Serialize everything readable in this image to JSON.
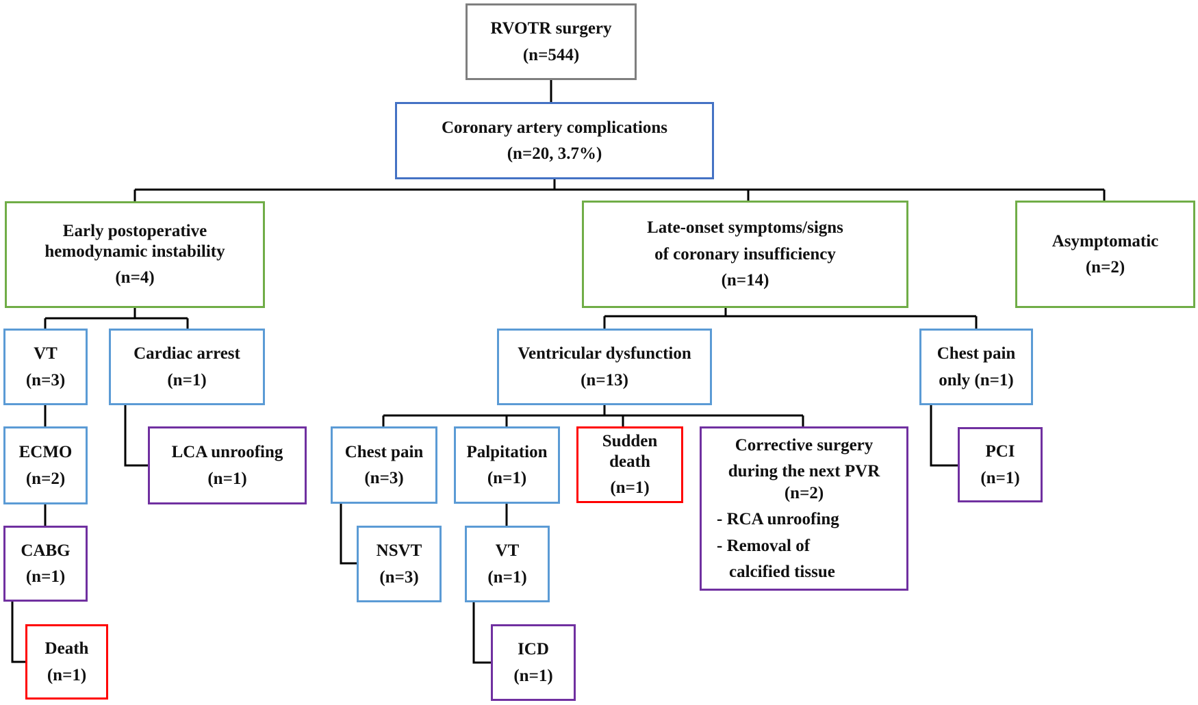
{
  "figure": {
    "type": "flowchart",
    "description": "Flow of coronary artery complications after RVOTR surgery"
  },
  "palette": {
    "root_border": "#7f7f7f",
    "primary_border": "#4472c4",
    "event_border": "#5b9bd5",
    "category_border": "#70ad47",
    "treatment_border": "#7030a0",
    "death_border": "#ff0000",
    "connector": "#000000",
    "text": "#111111",
    "background": "#ffffff"
  },
  "nodes": {
    "rvotr": {
      "lines": [
        "RVOTR surgery",
        "(n=544)"
      ]
    },
    "coronary": {
      "lines": [
        "Coronary artery complications",
        "(n=20, 3.7%)"
      ]
    },
    "early": {
      "lines": [
        "Early postoperative",
        "hemodynamic instability",
        "(n=4)"
      ]
    },
    "late": {
      "lines": [
        "Late-onset symptoms/signs",
        "of coronary insufficiency",
        "(n=14)"
      ]
    },
    "asymptomatic": {
      "lines": [
        "Asymptomatic",
        "(n=2)"
      ]
    },
    "vt_early": {
      "lines": [
        "VT",
        "(n=3)"
      ]
    },
    "cardiac_arrest": {
      "lines": [
        "Cardiac arrest",
        "(n=1)"
      ]
    },
    "ecmo": {
      "lines": [
        "ECMO",
        "(n=2)"
      ]
    },
    "lca_unroofing": {
      "lines": [
        "LCA unroofing",
        "(n=1)"
      ]
    },
    "cabg": {
      "lines": [
        "CABG",
        "(n=1)"
      ]
    },
    "death": {
      "lines": [
        "Death",
        "(n=1)"
      ]
    },
    "vent_dysfunction": {
      "lines": [
        "Ventricular dysfunction",
        "(n=13)"
      ]
    },
    "chest_pain_only": {
      "lines": [
        "Chest pain",
        "only (n=1)"
      ]
    },
    "pci": {
      "lines": [
        "PCI",
        "(n=1)"
      ]
    },
    "chest_pain": {
      "lines": [
        "Chest pain",
        "(n=3)"
      ]
    },
    "palpitation": {
      "lines": [
        "Palpitation",
        "(n=1)"
      ]
    },
    "sudden_death": {
      "lines": [
        "Sudden",
        "death",
        "(n=1)"
      ]
    },
    "corrective": {
      "lines": [
        "Corrective surgery",
        "during the next PVR",
        "(n=2)",
        "- RCA unroofing",
        "- Removal of",
        "calcified tissue"
      ]
    },
    "nsvt": {
      "lines": [
        "NSVT",
        "(n=3)"
      ]
    },
    "vt_late": {
      "lines": [
        "VT",
        "(n=1)"
      ]
    },
    "icd": {
      "lines": [
        "ICD",
        "(n=1)"
      ]
    }
  }
}
